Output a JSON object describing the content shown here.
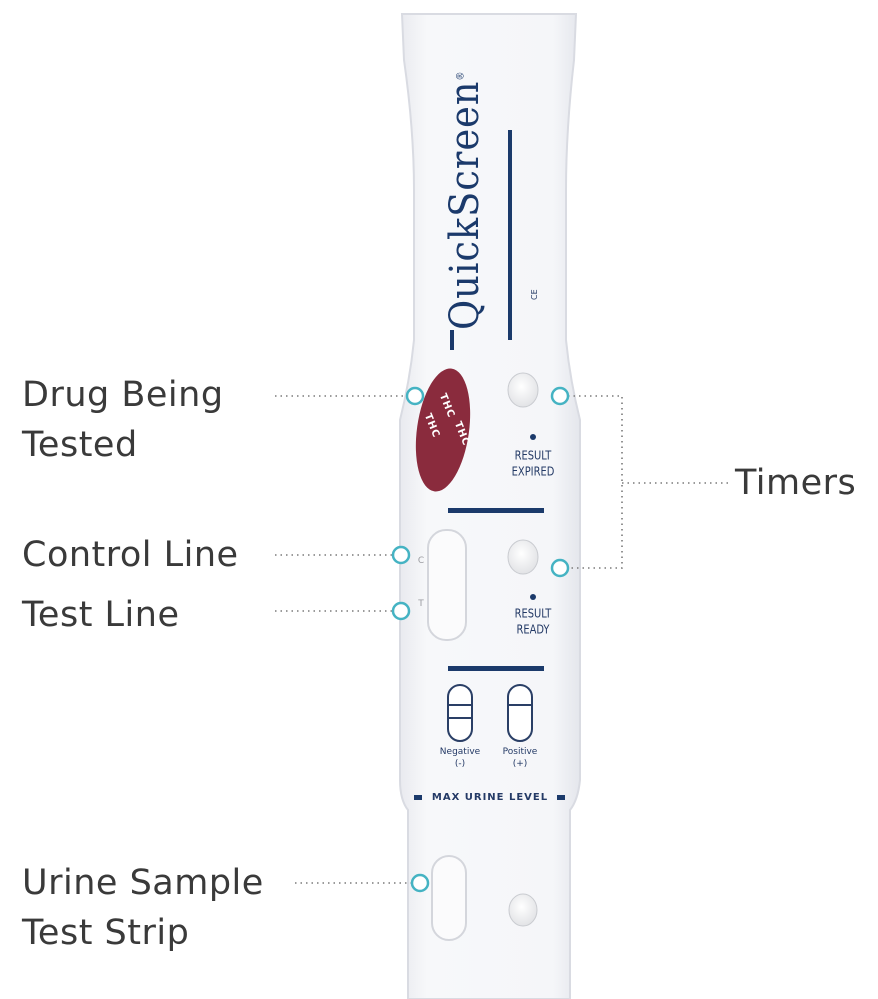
{
  "brand": {
    "name": "QuickScreen",
    "trademark": "®",
    "lot_mark": "CE"
  },
  "callouts": {
    "drug_being_tested": {
      "line1": "Drug Being",
      "line2": "Tested"
    },
    "timers": "Timers",
    "control_line": "Control Line",
    "test_line": "Test Line",
    "urine_sample": {
      "line1": "Urine Sample",
      "line2": "Test Strip"
    }
  },
  "device": {
    "drug_codes": [
      "THC",
      "THC",
      "THC"
    ],
    "result_expired": {
      "line1": "RESULT",
      "line2": "EXPIRED"
    },
    "result_ready": {
      "line1": "RESULT",
      "line2": "READY"
    },
    "window_marks": {
      "control": "C",
      "test": "T"
    },
    "legend": {
      "negative": {
        "label": "Negative",
        "sign": "(-)"
      },
      "positive": {
        "label": "Positive",
        "sign": "(+)"
      }
    },
    "max_urine_level": "MAX URINE LEVEL"
  },
  "colors": {
    "label_text": "#3a3a3a",
    "device_body": "#f4f5f8",
    "device_edge": "#d9dbe2",
    "navy": "#1b3a6b",
    "callout_marker": "#45b3c3",
    "drug_pad": "#8a2b3d"
  }
}
